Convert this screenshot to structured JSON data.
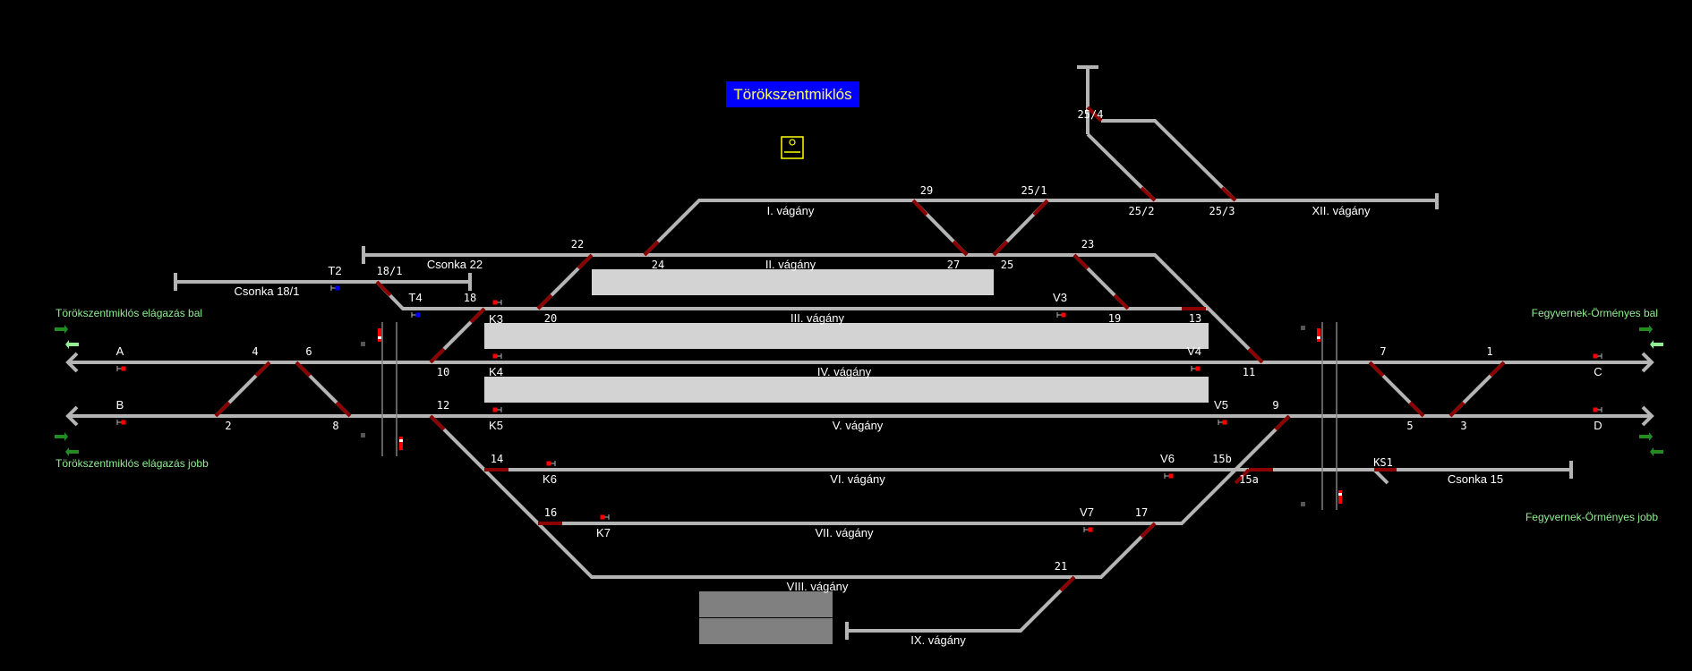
{
  "station": {
    "name": "Törökszentmiklós"
  },
  "directions": {
    "left_top": "Törökszentmiklós elágazás bal",
    "left_bottom": "Törökszentmiklós elágazás jobb",
    "right_top": "Fegyvernek-Örményes bal",
    "right_bottom": "Fegyvernek-Örményes jobb"
  },
  "tracks": {
    "t1": "I. vágány",
    "t2": "II. vágány",
    "t3": "III. vágány",
    "t4": "IV. vágány",
    "t5": "V. vágány",
    "t6": "VI. vágány",
    "t7": "VII. vágány",
    "t8": "VIII. vágány",
    "t9": "IX. vágány",
    "t12": "XII. vágány",
    "cs22": "Csonka 22",
    "cs18": "Csonka 18/1",
    "cs15": "Csonka 15"
  },
  "signals": {
    "A": "A",
    "B": "B",
    "C": "C",
    "D": "D",
    "T2": "T2",
    "T4": "T4",
    "K3": "K3",
    "K4": "K4",
    "K5": "K5",
    "K6": "K6",
    "K7": "K7",
    "V3": "V3",
    "V4": "V4",
    "V5": "V5",
    "V6": "V6",
    "V7": "V7",
    "KS1": "KS1"
  },
  "switches": {
    "s1": "1",
    "s2": "2",
    "s3": "3",
    "s4": "4",
    "s5": "5",
    "s6": "6",
    "s7": "7",
    "s8": "8",
    "s9": "9",
    "s10": "10",
    "s11": "11",
    "s12": "12",
    "s13": "13",
    "s14": "14",
    "s15a": "15a",
    "s15b": "15b",
    "s16": "16",
    "s17": "17",
    "s18": "18",
    "s18_1": "18/1",
    "s19": "19",
    "s20": "20",
    "s21": "21",
    "s22": "22",
    "s23": "23",
    "s24": "24",
    "s25": "25",
    "s25_1": "25/1",
    "s25_2": "25/2",
    "s25_3": "25/3",
    "s25_4": "25/4",
    "s27": "27",
    "s29": "29"
  },
  "colors": {
    "track": "#b4b4b4",
    "switch_red": "#8b0000",
    "signal_red": "#ff0000",
    "signal_blue": "#0000ff",
    "platform": "#d3d3d3",
    "building": "#808080",
    "direction_text": "#90ee90",
    "title_bg": "#0000ff",
    "title_fg": "#ffff66"
  }
}
